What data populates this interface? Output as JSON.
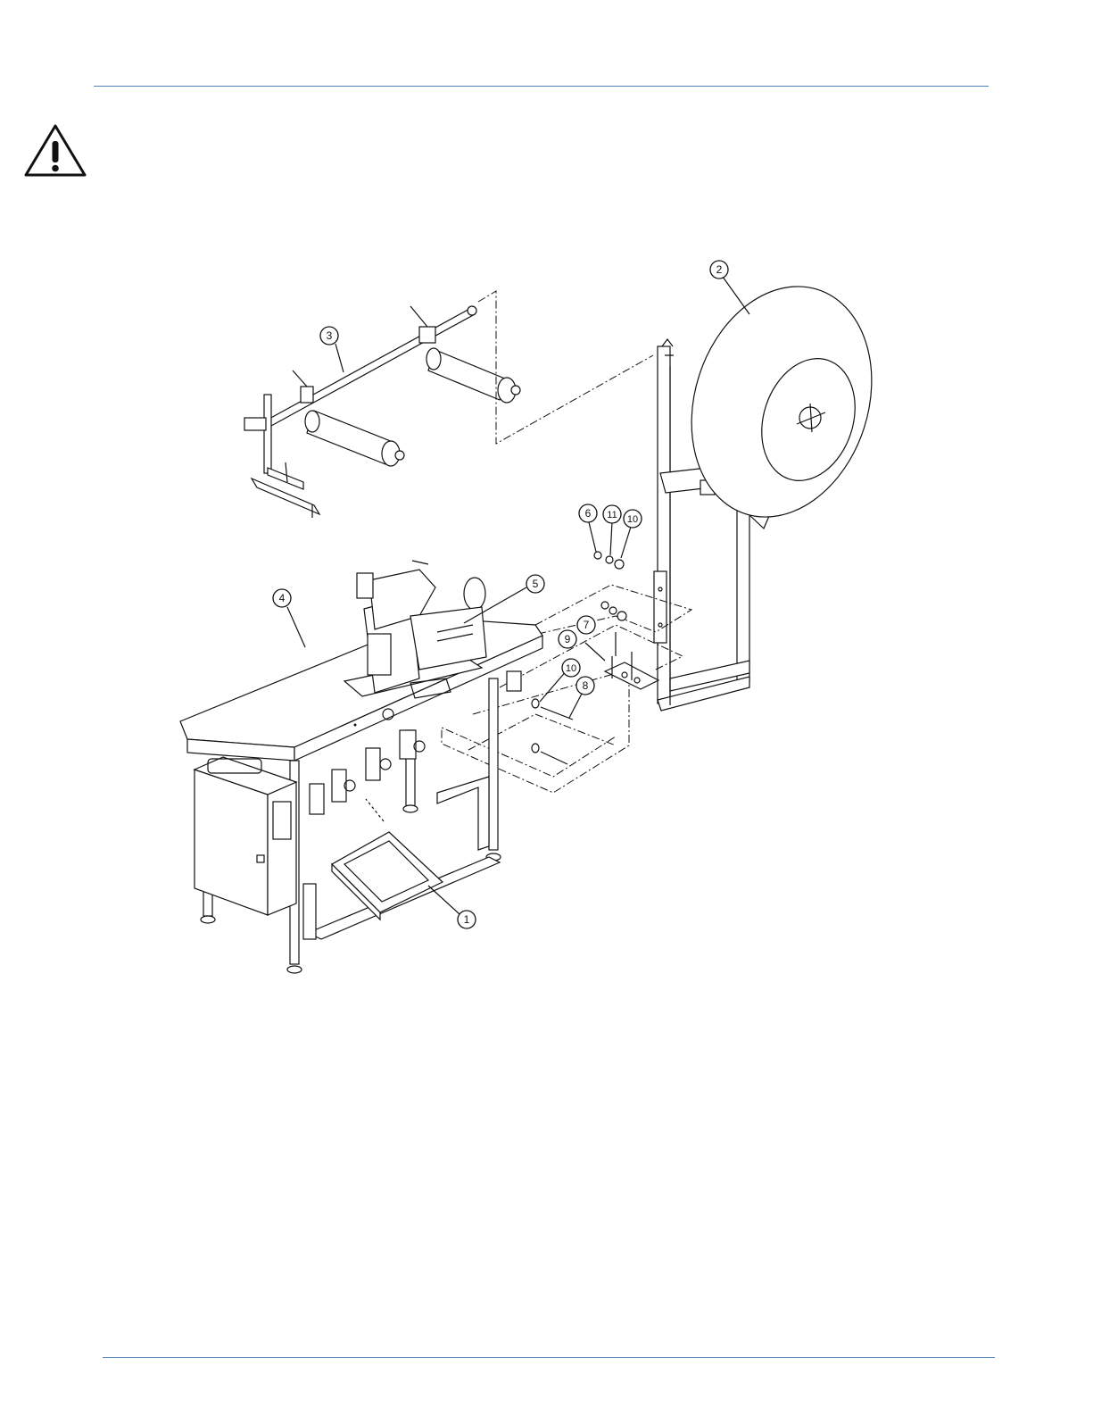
{
  "colors": {
    "rule": "#4f81bd",
    "ink": "#111111",
    "paper": "#ffffff"
  },
  "icons": {
    "warning": "warning-triangle-icon"
  },
  "callouts": [
    {
      "n": "1",
      "label": "1"
    },
    {
      "n": "2",
      "label": "2"
    },
    {
      "n": "3",
      "label": "3"
    },
    {
      "n": "4",
      "label": "4"
    },
    {
      "n": "5",
      "label": "5"
    },
    {
      "n": "6",
      "label": "6"
    },
    {
      "n": "7",
      "label": "7"
    },
    {
      "n": "8",
      "label": "8"
    },
    {
      "n": "9",
      "label": "9"
    },
    {
      "n": "10a",
      "label": "10"
    },
    {
      "n": "10b",
      "label": "10"
    },
    {
      "n": "11",
      "label": "11"
    }
  ]
}
